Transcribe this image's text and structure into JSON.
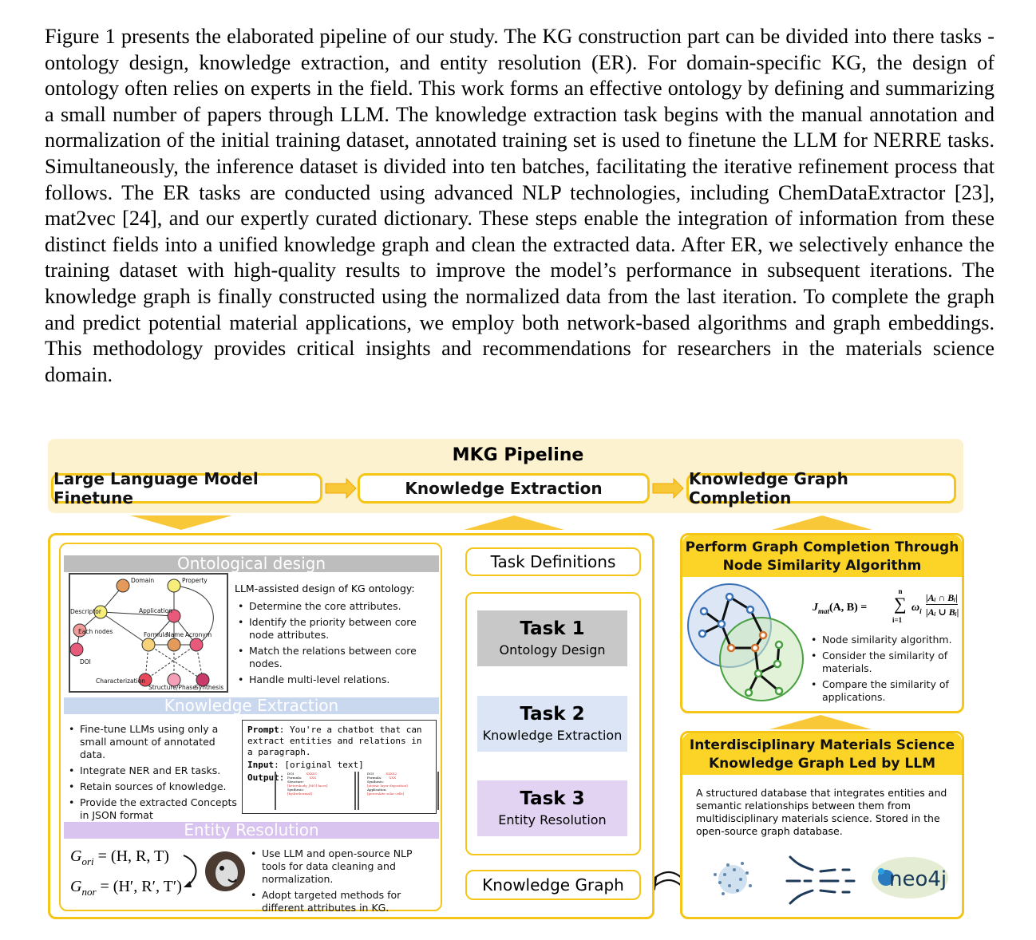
{
  "paragraph": "Figure 1 presents the elaborated pipeline of our study. The KG construction part can be divided into there tasks - ontology design, knowledge extraction, and entity resolution (ER). For domain-specific KG, the design of ontology often relies on experts in the field. This work forms an effective ontology by defining and summarizing a small number of papers through LLM. The knowledge extraction task begins with the manual annotation and normalization of the initial training dataset, annotated training set is used to finetune the LLM for NERRE tasks. Simultaneously, the inference dataset is divided into ten batches, facilitating the iterative refinement process that follows. The ER tasks are conducted using advanced NLP technologies, including ChemDataExtractor [23], mat2vec [24], and our expertly curated dictionary. These steps enable the integration of information from these distinct fields into a unified knowledge graph and clean the extracted data. After ER, we selectively enhance the training dataset with high-quality results to improve the model’s performance in subsequent iterations. The knowledge graph is finally constructed using the normalized data from the last iteration. To complete the graph and predict potential material applications, we employ both network-based algorithms and graph embeddings. This methodology provides critical insights and recommendations for researchers in the materials science domain.",
  "figure": {
    "title": "MKG Pipeline",
    "stages": [
      "Large Language Model Finetune",
      "Knowledge Extraction",
      "Knowledge Graph Completion"
    ],
    "colors": {
      "yellow": "#f5c518",
      "banner": "#fdf2d0",
      "gray": "#c8c8c8",
      "blue": "#dbe5f5",
      "purple": "#e2d3f2",
      "sec_gray": "#bdbdbd",
      "sec_blue": "#c9d7ef",
      "sec_purple": "#d9c4ef"
    },
    "ontology": {
      "header": "Ontological design",
      "nodes": {
        "domain": "Domain",
        "property": "Property",
        "descriptor": "Descriptor",
        "application": "Application",
        "each_nodes": "Each nodes",
        "formula": "Formula",
        "name": "Name",
        "acronym": "Acronym",
        "doi": "DOI",
        "characterization": "Characterization",
        "structure_phase": "Structure/Phase",
        "synthesis": "Synthesis"
      },
      "intro": "LLM-assisted design of KG ontology:",
      "bullets": [
        "Determine the core attributes.",
        "Identify the priority between core node attributes.",
        "Match the relations between core nodes.",
        "Handle multi-level relations."
      ]
    },
    "extraction": {
      "header": "Knowledge Extraction",
      "bullets": [
        "Fine-tune LLMs using only a small amount of annotated data.",
        "Integrate NER and ER tasks.",
        "Retain sources of knowledge.",
        "Provide the extracted Concepts in JSON format"
      ],
      "prompt_label": "Prompt",
      "prompt_text": ": You're a chatbot that can extract entities and relations in a paragraph.",
      "input_label": "Input",
      "input_text": ": [original text]",
      "output_label": "Output",
      "output_text": ":",
      "json_left": [
        "DOI",
        "XXXX1",
        "Formula:",
        "XXX",
        "Structure:",
        "[heterobody, JMO] faces]",
        "Synthesis:",
        "[hydrothermal]"
      ],
      "json_right": [
        "DOI",
        "XXXX2",
        "Formula:",
        "XXX",
        "Synthesis:",
        "[atomic layer deposition]",
        "Application:",
        "[perovskite solar cells]"
      ]
    },
    "resolution": {
      "header": "Entity Resolution",
      "eq1_left": "G",
      "eq1_sub": "ori",
      "eq1_right": " = (H, R, T)",
      "eq2_left": "G",
      "eq2_sub": "nor",
      "eq2_right": " = (H′, R′, T′)",
      "bullets": [
        "Use LLM and open-source NLP tools for data cleaning and normalization.",
        "Adopt targeted methods for different attributes in KG."
      ]
    },
    "tasks": {
      "definitions": "Task Definitions",
      "items": [
        {
          "title": "Task 1",
          "sub": "Ontology Design"
        },
        {
          "title": "Task 2",
          "sub": "Knowledge Extraction"
        },
        {
          "title": "Task 3",
          "sub": "Entity Resolution"
        }
      ],
      "kg": "Knowledge Graph"
    },
    "completion": {
      "title": "Perform Graph Completion Through Node Similarity Algorithm",
      "formula_lhs": "J",
      "formula_sub": "mat",
      "formula_args": "(A, B) =",
      "formula_sum_top": "n",
      "formula_sum_bot": "i=1",
      "formula_w": "ω",
      "formula_wsub": "i",
      "formula_num": "|Aᵢ ∩ Bᵢ|",
      "formula_den": "|Aᵢ ∪ Bᵢ|",
      "bullets": [
        "Node similarity algorithm.",
        "Consider the similarity of materials.",
        "Compare the similarity of applications."
      ]
    },
    "materials": {
      "title": "Interdisciplinary Materials Science Knowledge Graph Led by LLM",
      "text": "A structured database that integrates entities and semantic relationships between them from multidisciplinary materials science. Stored in the open-source graph database.",
      "logo": "neo4j"
    }
  }
}
